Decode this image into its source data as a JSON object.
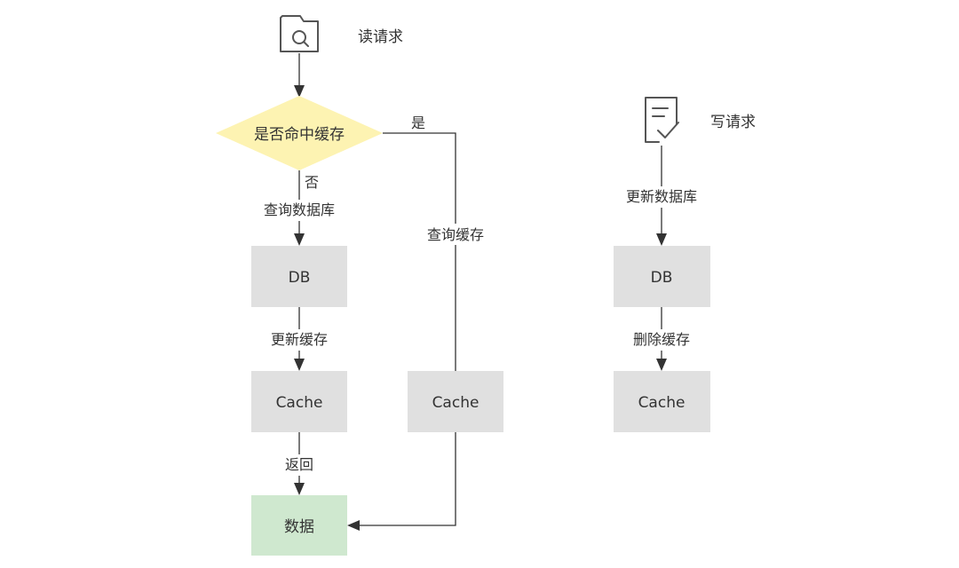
{
  "read_flow": {
    "title": "读请求",
    "icon": "folder-search-icon",
    "decision": "是否命中缓存",
    "yes_label": "是",
    "no_label": "否",
    "query_db_label": "查询数据库",
    "query_cache_label": "查询缓存",
    "db_box": "DB",
    "update_cache_label": "更新缓存",
    "cache_box_left": "Cache",
    "cache_box_right": "Cache",
    "return_label": "返回",
    "data_box": "数据"
  },
  "write_flow": {
    "title": "写请求",
    "icon": "document-check-icon",
    "update_db_label": "更新数据库",
    "db_box": "DB",
    "delete_cache_label": "删除缓存",
    "cache_box": "Cache"
  },
  "colors": {
    "decision_fill": "#fdf3b2",
    "box_fill": "#e0e0e0",
    "data_fill": "#cfe8cf",
    "line": "#333333"
  }
}
